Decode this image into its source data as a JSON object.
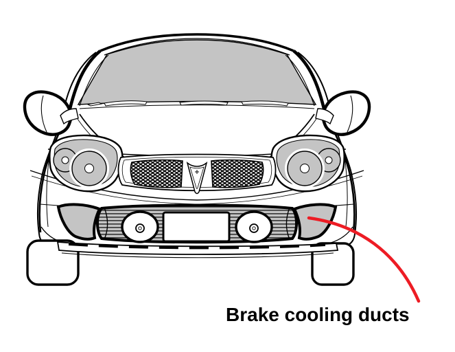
{
  "figure": {
    "type": "annotated-line-diagram",
    "subject": "car-front-view",
    "label": "Brake cooling ducts",
    "colors": {
      "background": "#ffffff",
      "line": "#000000",
      "shading": "#c4c4c4",
      "annotation": "#ed1c24"
    }
  }
}
